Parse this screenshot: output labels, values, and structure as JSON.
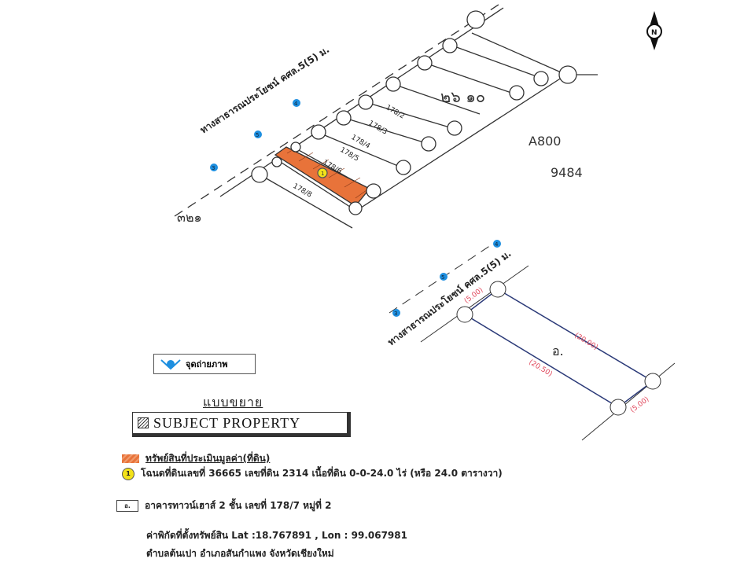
{
  "colors": {
    "subject": "#e8733a",
    "photo_point": "#1e8fe0",
    "dimension": "#e0455a",
    "boundary": "#2b3a78"
  },
  "top_map": {
    "road_label": "ทางสาธารณประโยชน์ คศล.5(5) ม.",
    "lots": [
      "178/2",
      "178/3",
      "178/4",
      "178/5",
      "178/6",
      "178/8"
    ],
    "subject_marker": "1",
    "photo_points": [
      "3",
      "5",
      "4"
    ],
    "handwritten": [
      "๓๒๑",
      "๒๖ ๑๐",
      "A800",
      "9484"
    ]
  },
  "detail_map": {
    "road_label": "ทางสาธารณประโยชน์ คศล.5(5) ม.",
    "photo_points": [
      "3",
      "5",
      "4"
    ],
    "building_label": "อ.",
    "dims": {
      "front": "(5.00)",
      "back": "(5.00)",
      "side_top": "(20.00)",
      "side_bottom": "(20.50)"
    }
  },
  "compass": {
    "label": "N"
  },
  "legend": {
    "photo_point_label": "จุดถ่ายภาพ",
    "enlarge_title": "แบบขยาย",
    "subject_property": "SUBJECT PROPERTY",
    "appraised_land": "ทรัพย์สินที่ประเมินมูลค่า(ที่ดิน)",
    "deed_marker": "1",
    "deed_text": "โฉนดที่ดินเลขที่ 36665  เลขที่ดิน 2314 เนื้อที่ดิน 0-0-24.0 ไร่ (หรือ 24.0 ตารางวา)",
    "building_marker": "อ.",
    "building_text": "อาคารทาวน์เฮาส์ 2 ชั้น เลขที่ 178/7 หมู่ที่ 2"
  },
  "location": {
    "coords": "ค่าพิกัดที่ตั้งทรัพย์สิน Lat :18.767891 , Lon : 99.067981",
    "address": "ตำบลต้นเปา  อำเภอสันกำแพง จังหวัดเชียงใหม่"
  }
}
